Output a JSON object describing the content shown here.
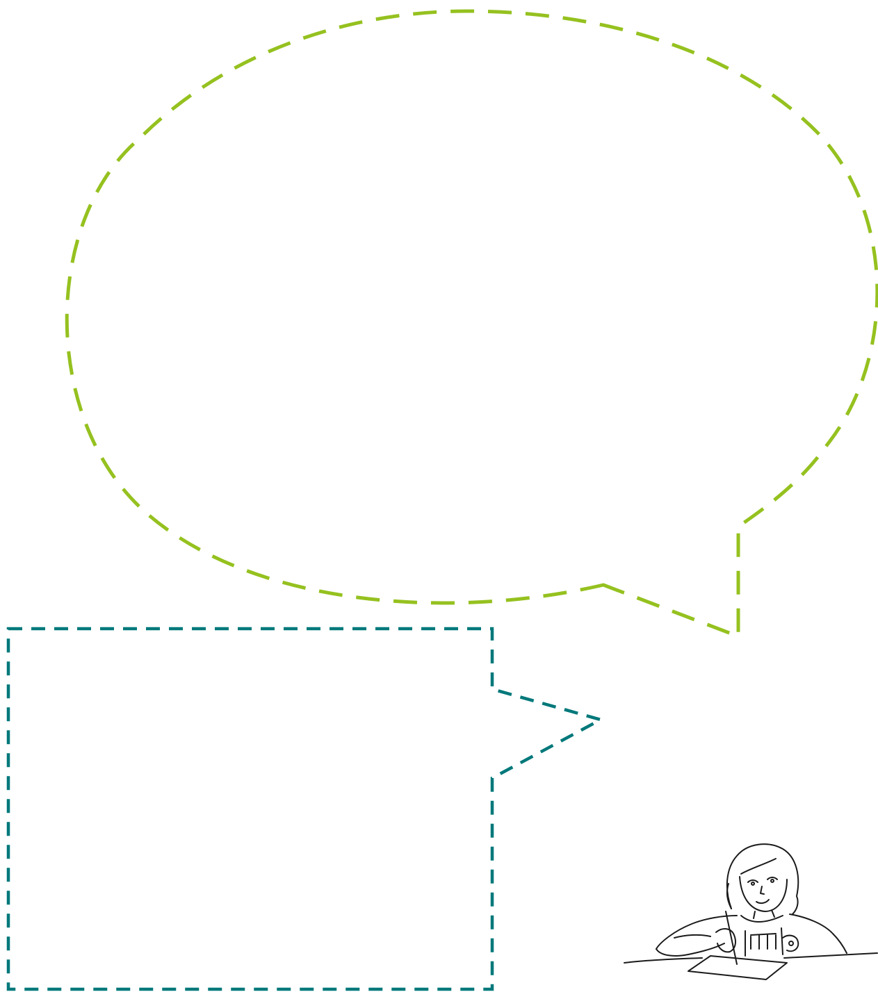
{
  "colors": {
    "background": "#ffffff",
    "large_bubble_stroke": "#95c11f",
    "rect_bubble_stroke": "#00787a",
    "sketch_stroke": "#1a1a1a"
  },
  "elements": {
    "large_bubble": {
      "shape": "ellipse",
      "border_style": "dashed",
      "text": ""
    },
    "rect_bubble": {
      "shape": "rectangle",
      "border_style": "dashed",
      "text": ""
    },
    "girl_sketch": {
      "icon": "girl-writing-illustration"
    }
  }
}
